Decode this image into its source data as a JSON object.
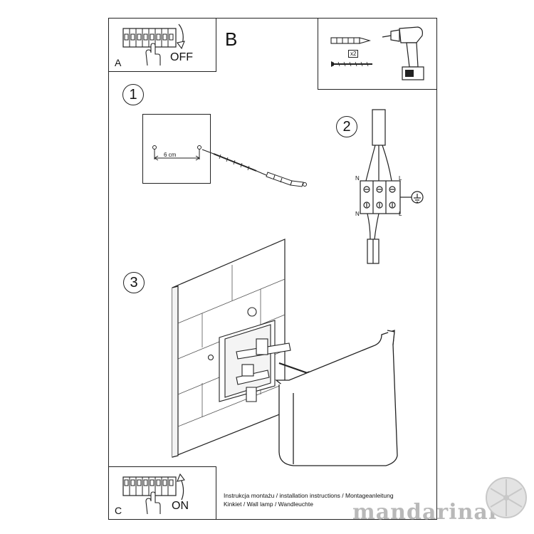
{
  "panel_a": {
    "letter": "A",
    "label": "OFF"
  },
  "panel_b": {
    "letter": "B",
    "multiplier": "x2"
  },
  "steps": [
    "1",
    "2",
    "3"
  ],
  "step1": {
    "distance": "6 cm"
  },
  "step2": {
    "terminal_left": "N",
    "terminal_right": "L"
  },
  "panel_c": {
    "letter": "C",
    "label": "ON"
  },
  "footer": {
    "line1": "Instrukcja montażu / installation instructions / Montageanleitung",
    "line2": "Kinkiet / Wall lamp / Wandleuchte"
  },
  "watermark": "mandarinai",
  "colors": {
    "line": "#222222",
    "watermark": "#b9b9b9"
  }
}
